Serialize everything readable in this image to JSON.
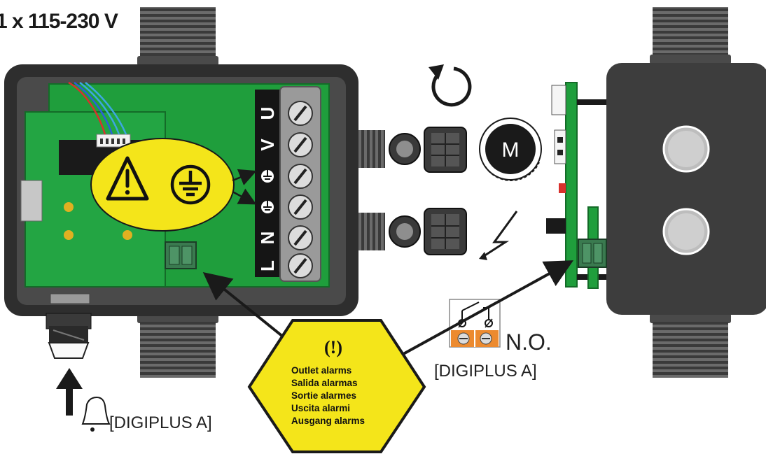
{
  "power": {
    "label": "1 x 115-230 V"
  },
  "terminals": {
    "letters": [
      "U",
      "V",
      "N",
      "L"
    ]
  },
  "motor": {
    "label": "M"
  },
  "relay": {
    "type_label": "N.O.",
    "model_label": "[DIGIPLUS A]"
  },
  "alarm_output": {
    "symbol": "(!)",
    "lines": [
      "Outlet alarms",
      "Salida alarmas",
      "Sortie alarmes",
      "Uscita alarmi",
      "Ausgang alarms"
    ]
  },
  "buzzer": {
    "model_label": "[DIGIPLUS A]"
  },
  "icons": [
    "warning-icon",
    "ground-icon",
    "rotation-icon",
    "lightning-icon",
    "bell-icon",
    "relay-contact-icon",
    "motor-icon"
  ],
  "colors": {
    "housing": "#3d3d3d",
    "board": "#1f9e3c",
    "warning_yellow": "#f4e51a",
    "terminal_orange": "#ec8a2f"
  }
}
